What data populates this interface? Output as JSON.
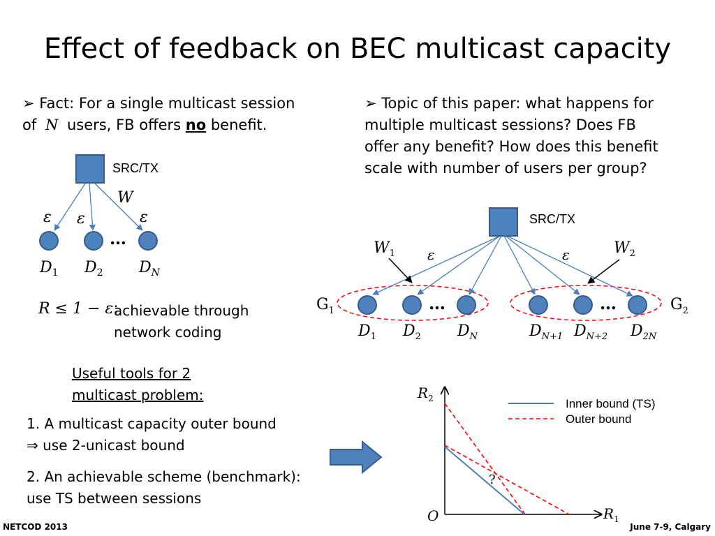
{
  "title": "Effect of feedback on BEC multicast capacity",
  "left": {
    "fact_line1": "Fact: For a single multicast session",
    "fact_of": "of",
    "fact_N": "N",
    "fact_users": "users, FB offers",
    "fact_no": "no",
    "fact_benefit": "benefit.",
    "src_label": "SRC/TX",
    "W": "W",
    "eps": "ε",
    "dots": "…",
    "nodes": [
      {
        "name": "D",
        "sub": "1"
      },
      {
        "name": "D",
        "sub": "2"
      },
      {
        "name": "D",
        "sub": "N"
      }
    ],
    "rate_formula": "R ≤ 1 − ε",
    "rate_colon": ":",
    "rate_text1": "achievable through",
    "rate_text2": "network coding",
    "tools_line1": "Useful tools for 2",
    "tools_line2": "multicast problem:",
    "item1_line1": "1. A multicast capacity outer bound",
    "item1_arrow": "⇒",
    "item1_line2": "use 2-unicast bound",
    "item2_line1": "2. An achievable scheme (benchmark):",
    "item2_line2": "use TS between sessions"
  },
  "right": {
    "topic_lines": [
      "Topic of this paper: what happens for",
      "multiple multicast sessions? Does FB",
      "offer any benefit? How does this benefit",
      "scale with number of users per group?"
    ],
    "src_label": "SRC/TX",
    "W1": "W",
    "W1_sub": "1",
    "W2": "W",
    "W2_sub": "2",
    "eps": "ε",
    "dots": "…",
    "G1": "G",
    "G1_sub": "1",
    "G2": "G",
    "G2_sub": "2",
    "nodes": [
      {
        "name": "D",
        "sub": "1"
      },
      {
        "name": "D",
        "sub": "2"
      },
      {
        "name": "D",
        "sub": "N"
      },
      {
        "name": "D",
        "sub": "N+1"
      },
      {
        "name": "D",
        "sub": "N+2"
      },
      {
        "name": "D",
        "sub": "2N"
      }
    ]
  },
  "plot": {
    "y_label": "R",
    "y_sub": "2",
    "x_label": "R",
    "x_sub": "1",
    "origin": "O",
    "question": "?",
    "legend": [
      "Inner bound (TS)",
      "Outer bound"
    ]
  },
  "footer": {
    "left": "NETCOD 2013",
    "right": "June 7-9, Calgary"
  },
  "colors": {
    "node_fill": "#4f81bd",
    "node_stroke": "#385d8a",
    "edge": "#4a7ebb",
    "outer_bound": "#ff0000",
    "inner_bound": "#4a7ebb"
  }
}
